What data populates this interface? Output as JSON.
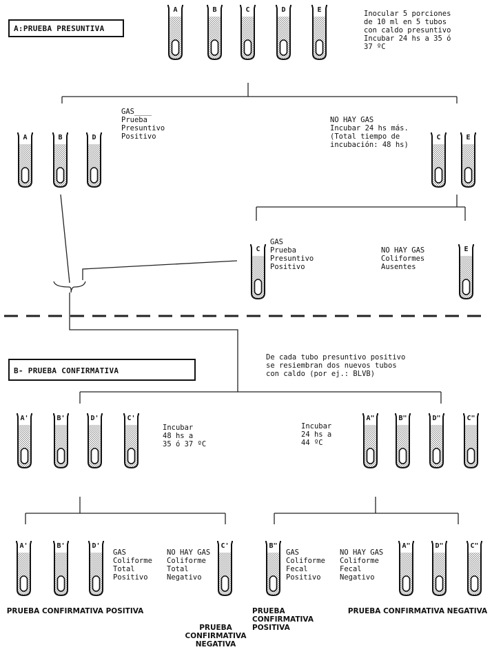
{
  "section_a": {
    "title": "A:PRUEBA PRESUNTIVA",
    "inoculate_note": "Inocular 5 porciones\nde 10 ml en 5 tubos\ncon caldo presuntivo\nIncubar 24 hs a 35 ó\n      37 ºC",
    "top_tubes": [
      "A",
      "B",
      "C",
      "D",
      "E"
    ],
    "gas_tubes": [
      "A",
      "B",
      "D"
    ],
    "gas_note": "GAS____\nPrueba\nPresuntivo\nPositivo",
    "nogas_tubes": [
      "C",
      "E"
    ],
    "nogas_note": "NO HAY GAS\nIncubar 24 hs más.\n(Total tiempo de\nincubación: 48 hs)",
    "c_tube": "C",
    "c_note": "GAS\nPrueba\nPresuntivo\nPositivo",
    "e_tube": "E",
    "e_note": "NO HAY GAS\nColiformes\nAusentes"
  },
  "section_b": {
    "title": "B- PRUEBA  CONFIRMATIVA",
    "reseed_note": "De cada tubo presuntivo positivo\nse resiembran dos nuevos tubos\ncon caldo (por ej.: BLVB)",
    "left_tubes": [
      "A'",
      "B'",
      "D'",
      "C'"
    ],
    "left_note": "Incubar\n48 hs a\n35 ó 37 ºC",
    "right_tubes": [
      "A\"",
      "B\"",
      "D\"",
      "C\""
    ],
    "right_note": "Incubar\n24 hs a\n44 ºC",
    "total_pos_tubes": [
      "A'",
      "B'",
      "D'"
    ],
    "total_pos_note": "GAS\nColiforme\nTotal\nPositivo",
    "total_neg_note": "NO HAY GAS\nColiforme\nTotal\nNegativo",
    "total_neg_tube": "C'",
    "fecal_pos_tube": "B\"",
    "fecal_pos_note": "GAS\nColiforme\nFecal\nPositivo",
    "fecal_neg_note": "NO HAY GAS\nColiforme\nFecal\nNegativo",
    "fecal_neg_tubes": [
      "A\"",
      "D\"",
      "C\""
    ]
  },
  "captions": {
    "conf_pos_left": "PRUEBA  CONFIRMATIVA\nPOSITIVA",
    "conf_neg_mid": "PRUEBA\nCONFIRMATIVA\nNEGATIVA",
    "conf_pos_mid": "PRUEBA\nCONFIRMATIVA\nPOSITIVA",
    "conf_neg_right": "PRUEBA  CONFIRMATIVA\nNEGATIVA"
  }
}
